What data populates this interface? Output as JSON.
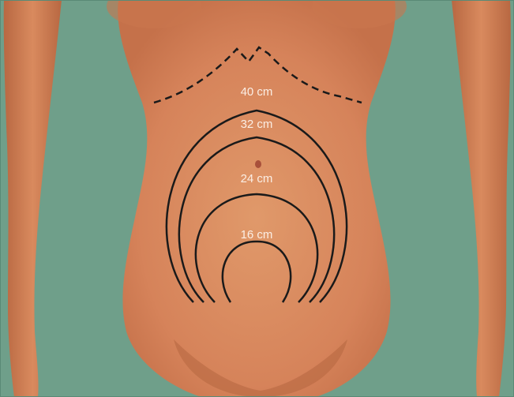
{
  "diagram": {
    "colors": {
      "background": "#6f9f8a",
      "skin": "#d9865a",
      "curve": "#1a1a1a",
      "label_text": "#fbeee4"
    },
    "labels": {
      "cm40": "40 cm",
      "cm32": "32 cm",
      "cm24": "24 cm",
      "cm16": "16 cm"
    }
  }
}
